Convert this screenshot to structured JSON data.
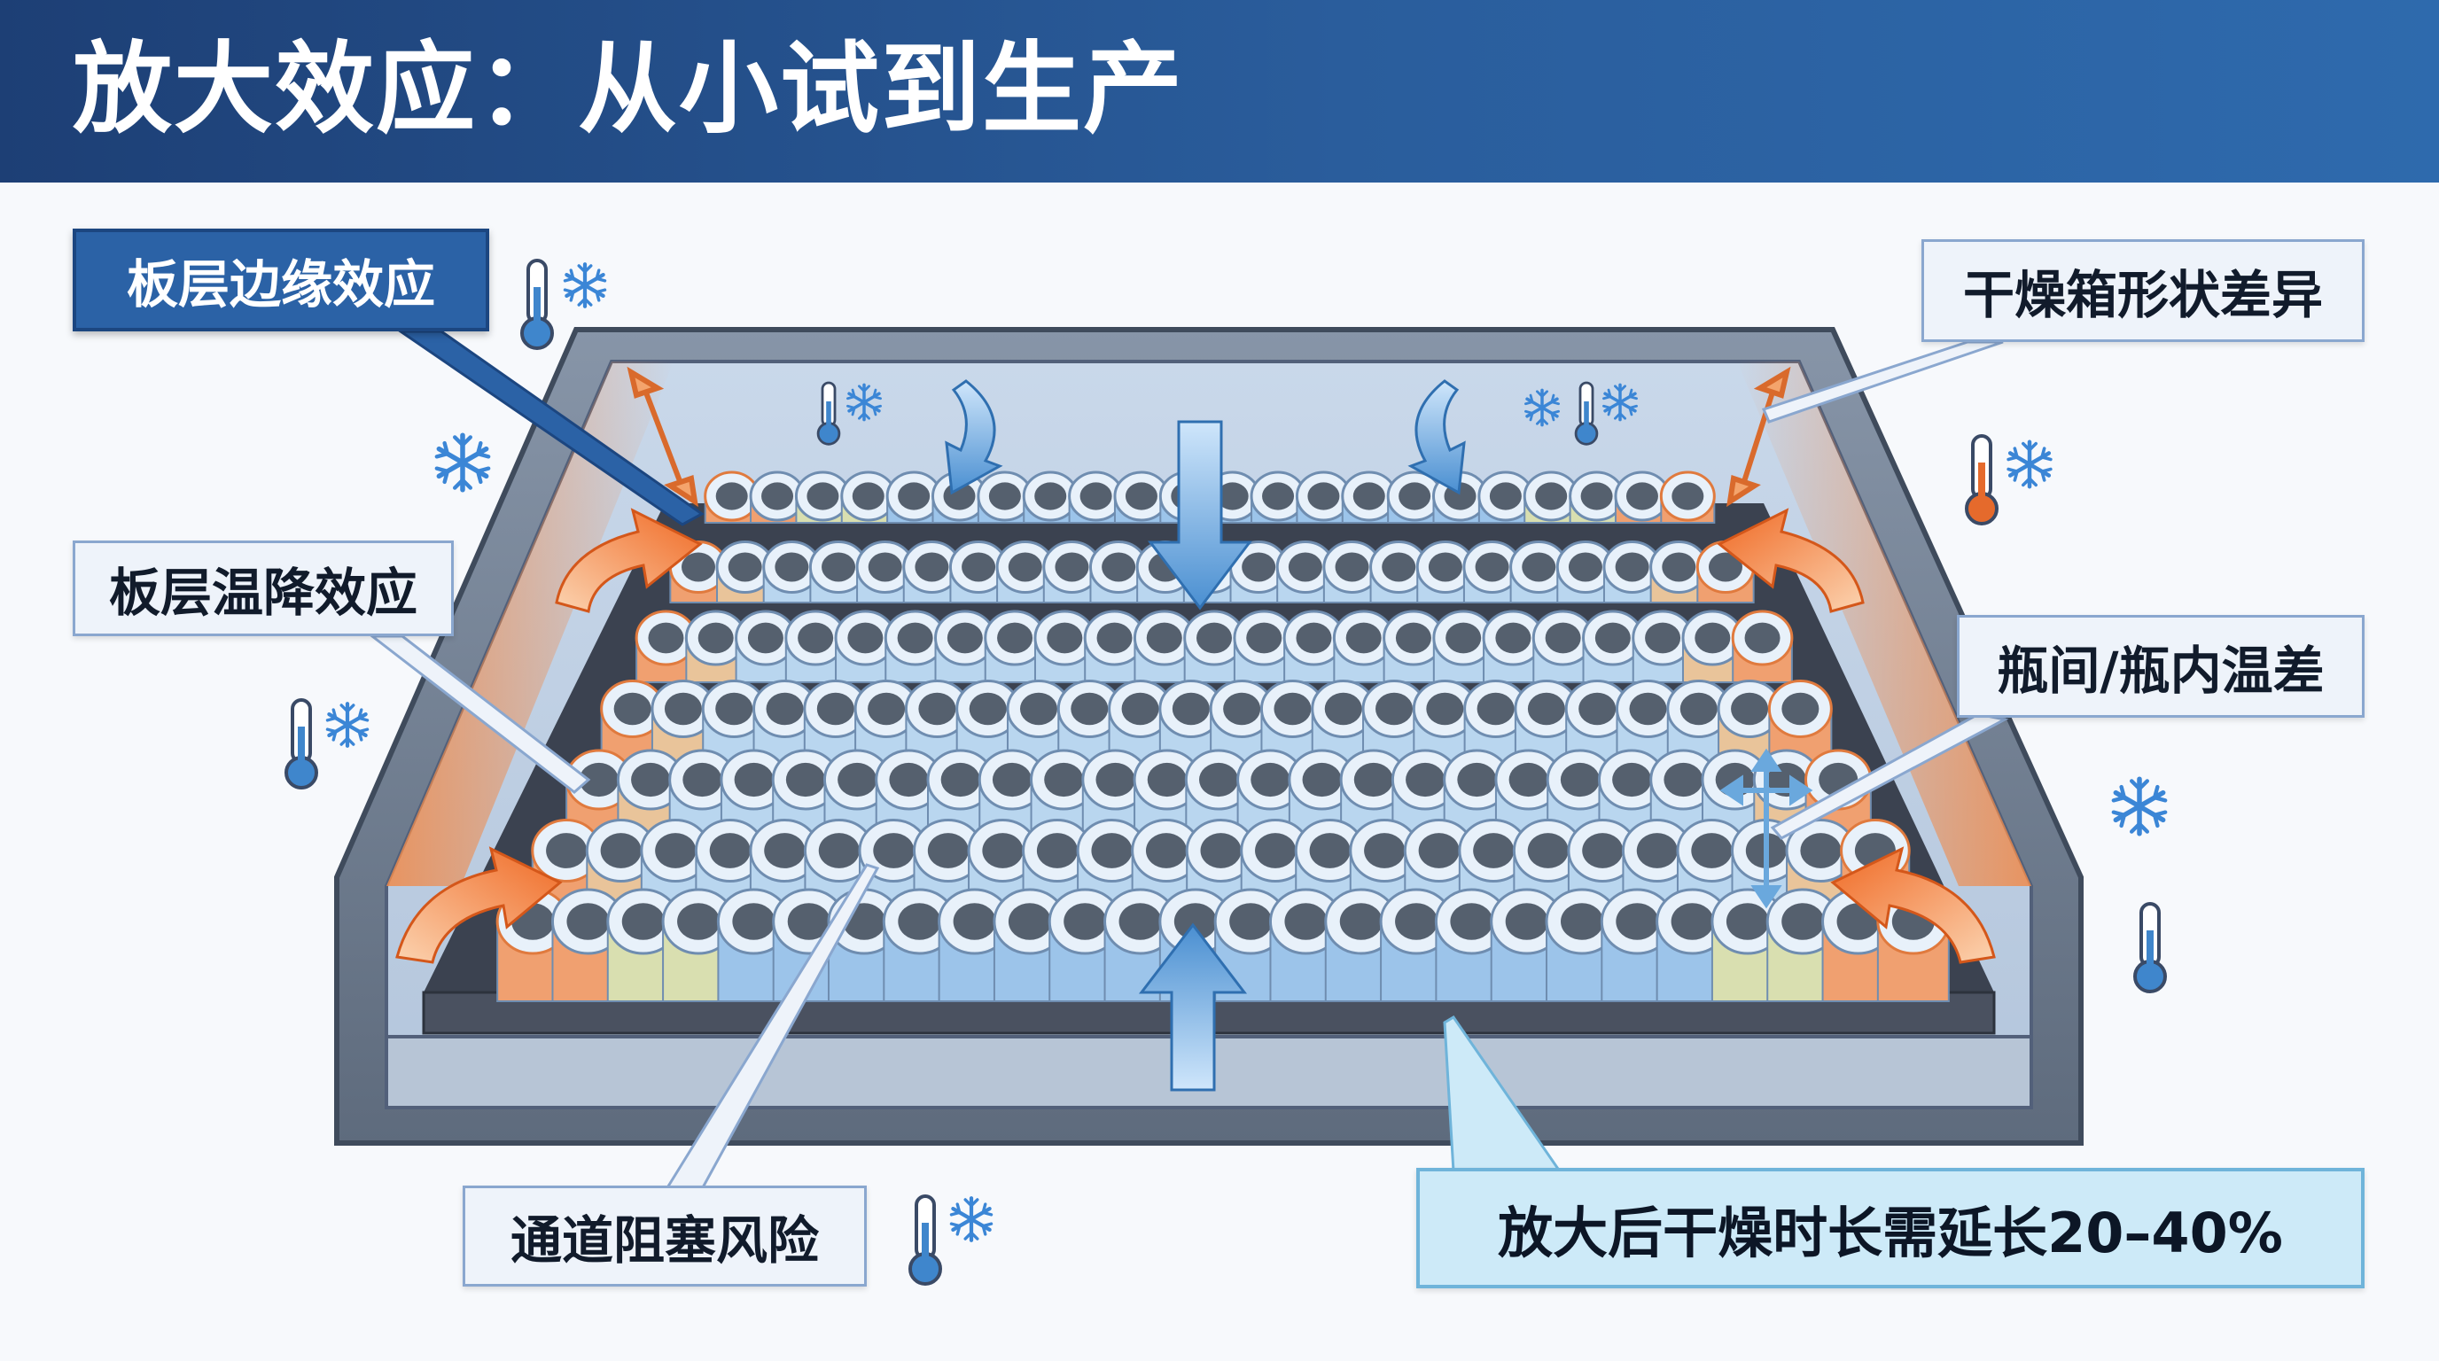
{
  "title": "放大效应：从小试到生产",
  "labels": {
    "edge_effect": "板层边缘效应",
    "shelf_temp_drop": "板层温降效应",
    "chamber_shape": "干燥箱形状差异",
    "vial_temp_diff": "瓶间/瓶内温差",
    "channel_blockage": "通道阻塞风险",
    "drying_time": "放大后干燥时长需延长20–40%"
  },
  "icons": [
    "thermometer-icon",
    "snowflake-icon",
    "heat-arrow-icon",
    "cold-flow-arrow-icon",
    "double-arrow-icon"
  ],
  "colors": {
    "title_bar": "#2a5d9c",
    "label_dark": "#2b62a6",
    "label_cyan": "#cdeaf8",
    "heat": "#f07a35",
    "cold": "#4a8fd1",
    "chamber": "#6f7c8e"
  }
}
